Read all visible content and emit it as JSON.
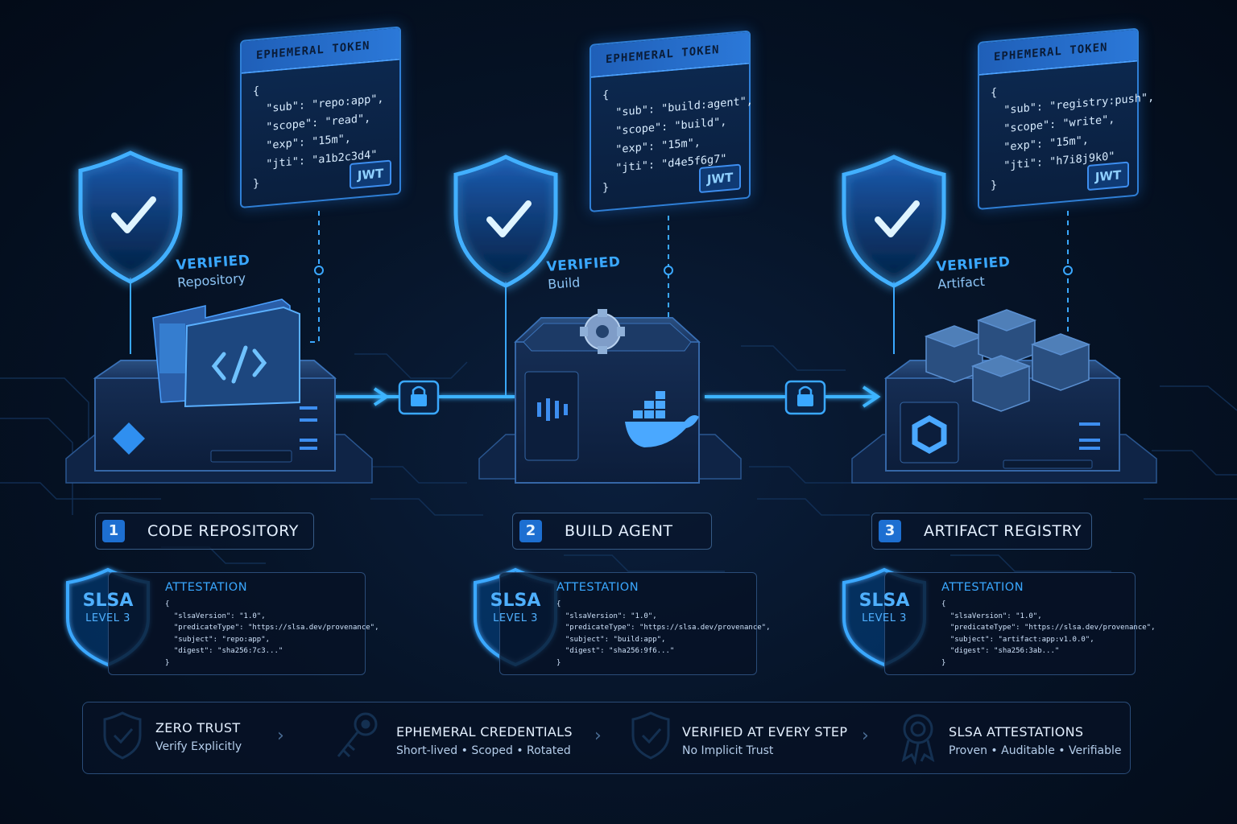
{
  "tokens": [
    {
      "header": "EPHEMERAL TOKEN",
      "lines": [
        "{",
        "  \"sub\": \"repo:app\",",
        "  \"scope\": \"read\",",
        "  \"exp\": \"15m\",",
        "  \"jti\": \"a1b2c3d4\"",
        "}"
      ],
      "badge": "JWT"
    },
    {
      "header": "EPHEMERAL TOKEN",
      "lines": [
        "{",
        "  \"sub\": \"build:agent\",",
        "  \"scope\": \"build\",",
        "  \"exp\": \"15m\",",
        "  \"jti\": \"d4e5f6g7\"",
        "}"
      ],
      "badge": "JWT"
    },
    {
      "header": "EPHEMERAL TOKEN",
      "lines": [
        "{",
        "  \"sub\": \"registry:push\",",
        "  \"scope\": \"write\",",
        "  \"exp\": \"15m\",",
        "  \"jti\": \"h7i8j9k0\"",
        "}"
      ],
      "badge": "JWT"
    }
  ],
  "verified": [
    {
      "status": "VERIFIED",
      "subject": "Repository"
    },
    {
      "status": "VERIFIED",
      "subject": "Build"
    },
    {
      "status": "VERIFIED",
      "subject": "Artifact"
    }
  ],
  "stages": [
    {
      "number": "1",
      "title": "CODE REPOSITORY"
    },
    {
      "number": "2",
      "title": "BUILD AGENT"
    },
    {
      "number": "3",
      "title": "ARTIFACT REGISTRY"
    }
  ],
  "attestations": [
    {
      "slsa": "SLSA",
      "level": "LEVEL 3",
      "header": "ATTESTATION",
      "lines": [
        "{",
        "  \"slsaVersion\": \"1.0\",",
        "  \"predicateType\": \"https://slsa.dev/provenance\",",
        "  \"subject\": \"repo:app\",",
        "  \"digest\": \"sha256:7c3...\"",
        "}"
      ]
    },
    {
      "slsa": "SLSA",
      "level": "LEVEL 3",
      "header": "ATTESTATION",
      "lines": [
        "{",
        "  \"slsaVersion\": \"1.0\",",
        "  \"predicateType\": \"https://slsa.dev/provenance\",",
        "  \"subject\": \"build:app\",",
        "  \"digest\": \"sha256:9f6...\"",
        "}"
      ]
    },
    {
      "slsa": "SLSA",
      "level": "LEVEL 3",
      "header": "ATTESTATION",
      "lines": [
        "{",
        "  \"slsaVersion\": \"1.0\",",
        "  \"predicateType\": \"https://slsa.dev/provenance\",",
        "  \"subject\": \"artifact:app:v1.0.0\",",
        "  \"digest\": \"sha256:3ab...\"",
        "}"
      ]
    }
  ],
  "features": [
    {
      "title": "ZERO TRUST",
      "subtitle": "Verify Explicitly",
      "icon": "shield-check-icon"
    },
    {
      "title": "EPHEMERAL CREDENTIALS",
      "subtitle": "Short-lived • Scoped • Rotated",
      "icon": "key-icon"
    },
    {
      "title": "VERIFIED AT EVERY STEP",
      "subtitle": "No Implicit Trust",
      "icon": "shield-check-icon"
    },
    {
      "title": "SLSA ATTESTATIONS",
      "subtitle": "Proven • Auditable • Verifiable",
      "icon": "award-badge-icon"
    }
  ],
  "colors": {
    "accent": "#3aa8ff",
    "glow": "#2b8cff",
    "panel": "#0a1f3e",
    "border": "#2a4c78"
  }
}
